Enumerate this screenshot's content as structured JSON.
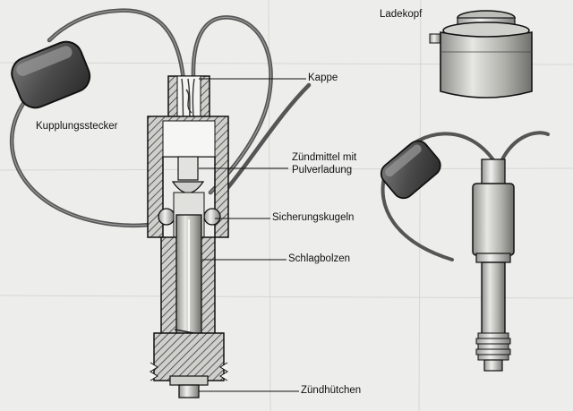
{
  "labels": {
    "ladekopf": "Ladekopf",
    "kappe": "Kappe",
    "kupplungsstecker": "Kupplungsstecker",
    "zuendmittel_line1": "Zündmittel mit",
    "zuendmittel_line2": "Pulverladung",
    "sicherungskugeln": "Sicherungskugeln",
    "schlagbolzen": "Schlagbolzen",
    "zuendhuetchen": "Zündhütchen"
  }
}
